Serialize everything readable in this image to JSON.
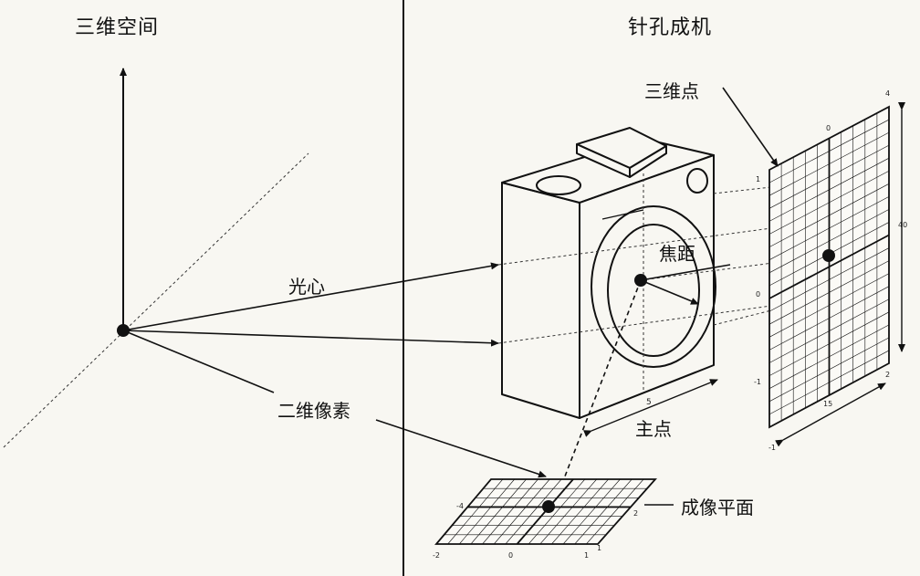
{
  "panels": {
    "left_title": "三维空间",
    "right_title": "针孔成机"
  },
  "labels": {
    "optical_center": "光心",
    "pixel_2d": "二维像素",
    "point_3d": "三维点",
    "focal_length": "焦距",
    "principal_point": "主点",
    "image_plane": "成像平面"
  },
  "target_grid_ticks": {
    "top": "0",
    "top_right": "4",
    "left_upper": "1",
    "left_mid": "0",
    "left_lower": "-1",
    "right_dim": "40",
    "bottom_dim": "15",
    "bottom_right": "2",
    "bottom_left": "-1"
  },
  "camera_dim": "5",
  "image_plane_ticks": {
    "left": "-4",
    "bottom_left": "-2",
    "bottom_mid": "0",
    "bottom_right": "1",
    "right_upper": "2",
    "right_lower": "1"
  }
}
